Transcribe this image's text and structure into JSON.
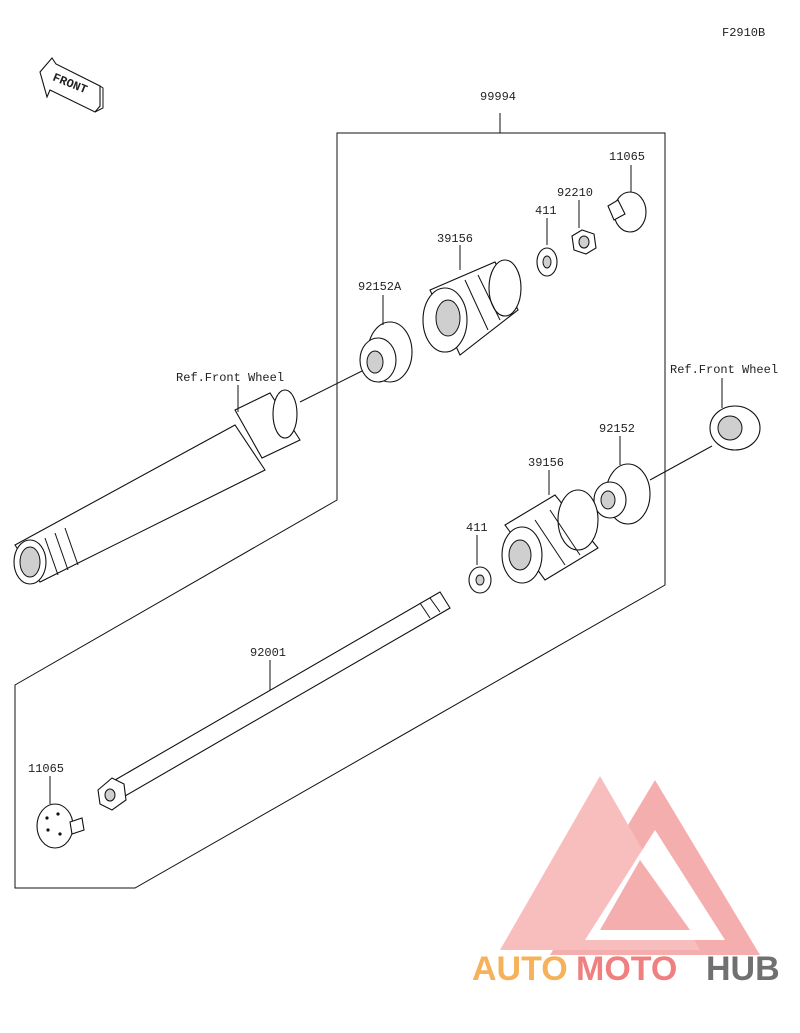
{
  "figure_code": "F2910B",
  "front_arrow": {
    "text": "FRONT"
  },
  "labels": {
    "kit": "99994",
    "cap_top": "11065",
    "nut": "92210",
    "washer_top": "411",
    "slider_top": "39156",
    "collar_top": "92152A",
    "ref_left": "Ref.Front Wheel",
    "ref_right": "Ref.Front Wheel",
    "collar_right": "92152",
    "slider_bottom": "39156",
    "washer_bottom": "411",
    "bolt": "92001",
    "cap_bottom": "11065"
  },
  "watermark": {
    "part1": "AUTO",
    "part2": "MOTO",
    "part3": "HUB",
    "color_orange": "#f5b25a",
    "color_red": "#f08080",
    "color_dark": "#707070"
  }
}
